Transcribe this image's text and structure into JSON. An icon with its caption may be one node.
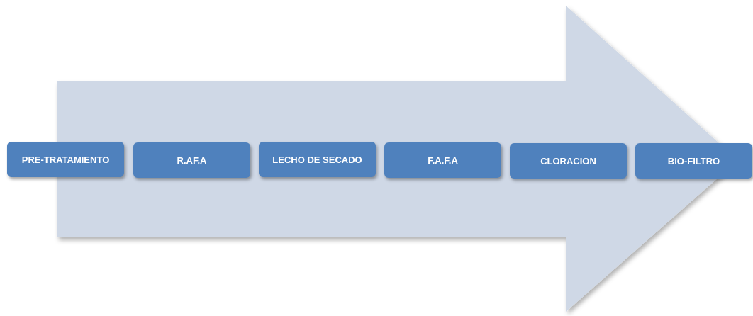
{
  "diagram": {
    "nodes": [
      {
        "text": [
          "PRE-TRATAMIENTO"
        ]
      },
      {
        "text": [
          "R.AF.A"
        ]
      },
      {
        "text": [
          "LECHO DE SECADO"
        ]
      },
      {
        "text": [
          "F.A.F.A"
        ]
      },
      {
        "text": [
          "CLORACION"
        ]
      },
      {
        "text": [
          "BIO-FILTRO"
        ]
      }
    ],
    "edges": [
      {
        "from": 0,
        "to": 5,
        "arrow": "to"
      }
    ]
  }
}
